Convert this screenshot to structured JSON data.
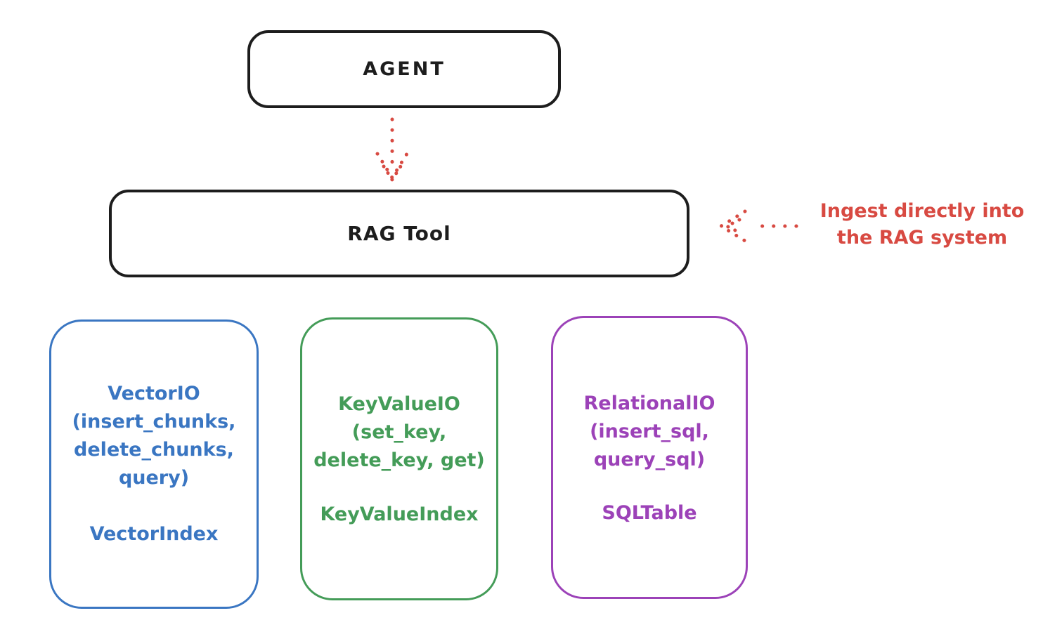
{
  "colors": {
    "ink": "#1d1d1d",
    "red_accent": "#d84a42",
    "vector_blue": "#3a76c2",
    "keyvalue_green": "#449c58",
    "relational_purple": "#9c42b8",
    "background": "#ffffff"
  },
  "agent_box": {
    "label": "AGENT"
  },
  "rag_tool_box": {
    "label": "RAG Tool"
  },
  "annotation": {
    "text": "Ingest directly into\nthe RAG system"
  },
  "arrows": {
    "agent_to_ragtool": "dotted-arrow-down",
    "annotation_to_ragtool": "dotted-arrow-left"
  },
  "stores": [
    {
      "io_text": "VectorIO\n(insert_chunks,\ndelete_chunks,\nquery)",
      "index_label": "VectorIndex",
      "color": "#3a76c2"
    },
    {
      "io_text": "KeyValueIO\n(set_key,\ndelete_key, get)",
      "index_label": "KeyValueIndex",
      "color": "#449c58"
    },
    {
      "io_text": "RelationalIO\n(insert_sql,\nquery_sql)",
      "index_label": "SQLTable",
      "color": "#9c42b8"
    }
  ]
}
